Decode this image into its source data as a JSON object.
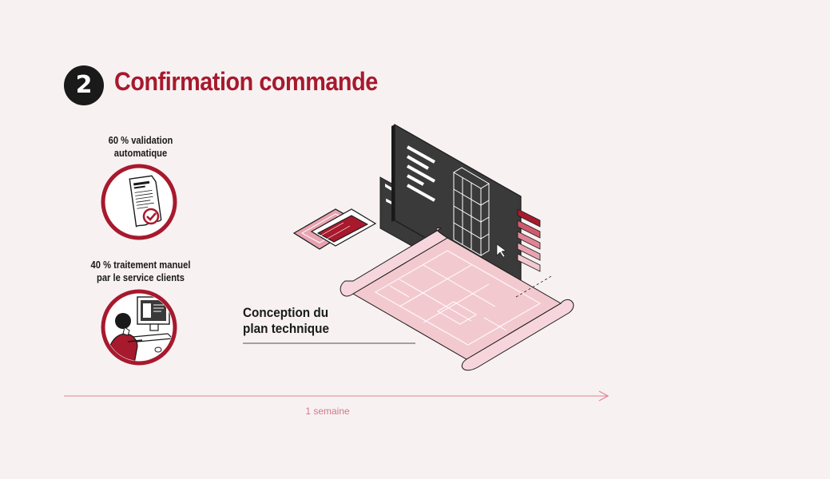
{
  "step": {
    "number": "2",
    "title": "Confirmation commande"
  },
  "automatic": {
    "caption_line1": "60 % validation",
    "caption_line2": "automatique",
    "icon": "signed-document-icon"
  },
  "manual": {
    "caption_line1": "40 % traitement manuel",
    "caption_line2": "par le service clients",
    "icon": "operator-at-computer-icon"
  },
  "illustration": {
    "label_line1": "Conception du",
    "label_line2": "plan technique",
    "icons": [
      "blueprint-icon",
      "cad-screen-icon",
      "fabric-samples-icon",
      "mouse-cursor-icon"
    ]
  },
  "timeline": {
    "duration_label": "1 semaine"
  },
  "colors": {
    "brand_red": "#a7192d",
    "dark": "#1a1a1a",
    "blueprint_pink": "#f3c9d0",
    "timeline_pink": "#d07a8a",
    "background": "#f8f1f2"
  }
}
